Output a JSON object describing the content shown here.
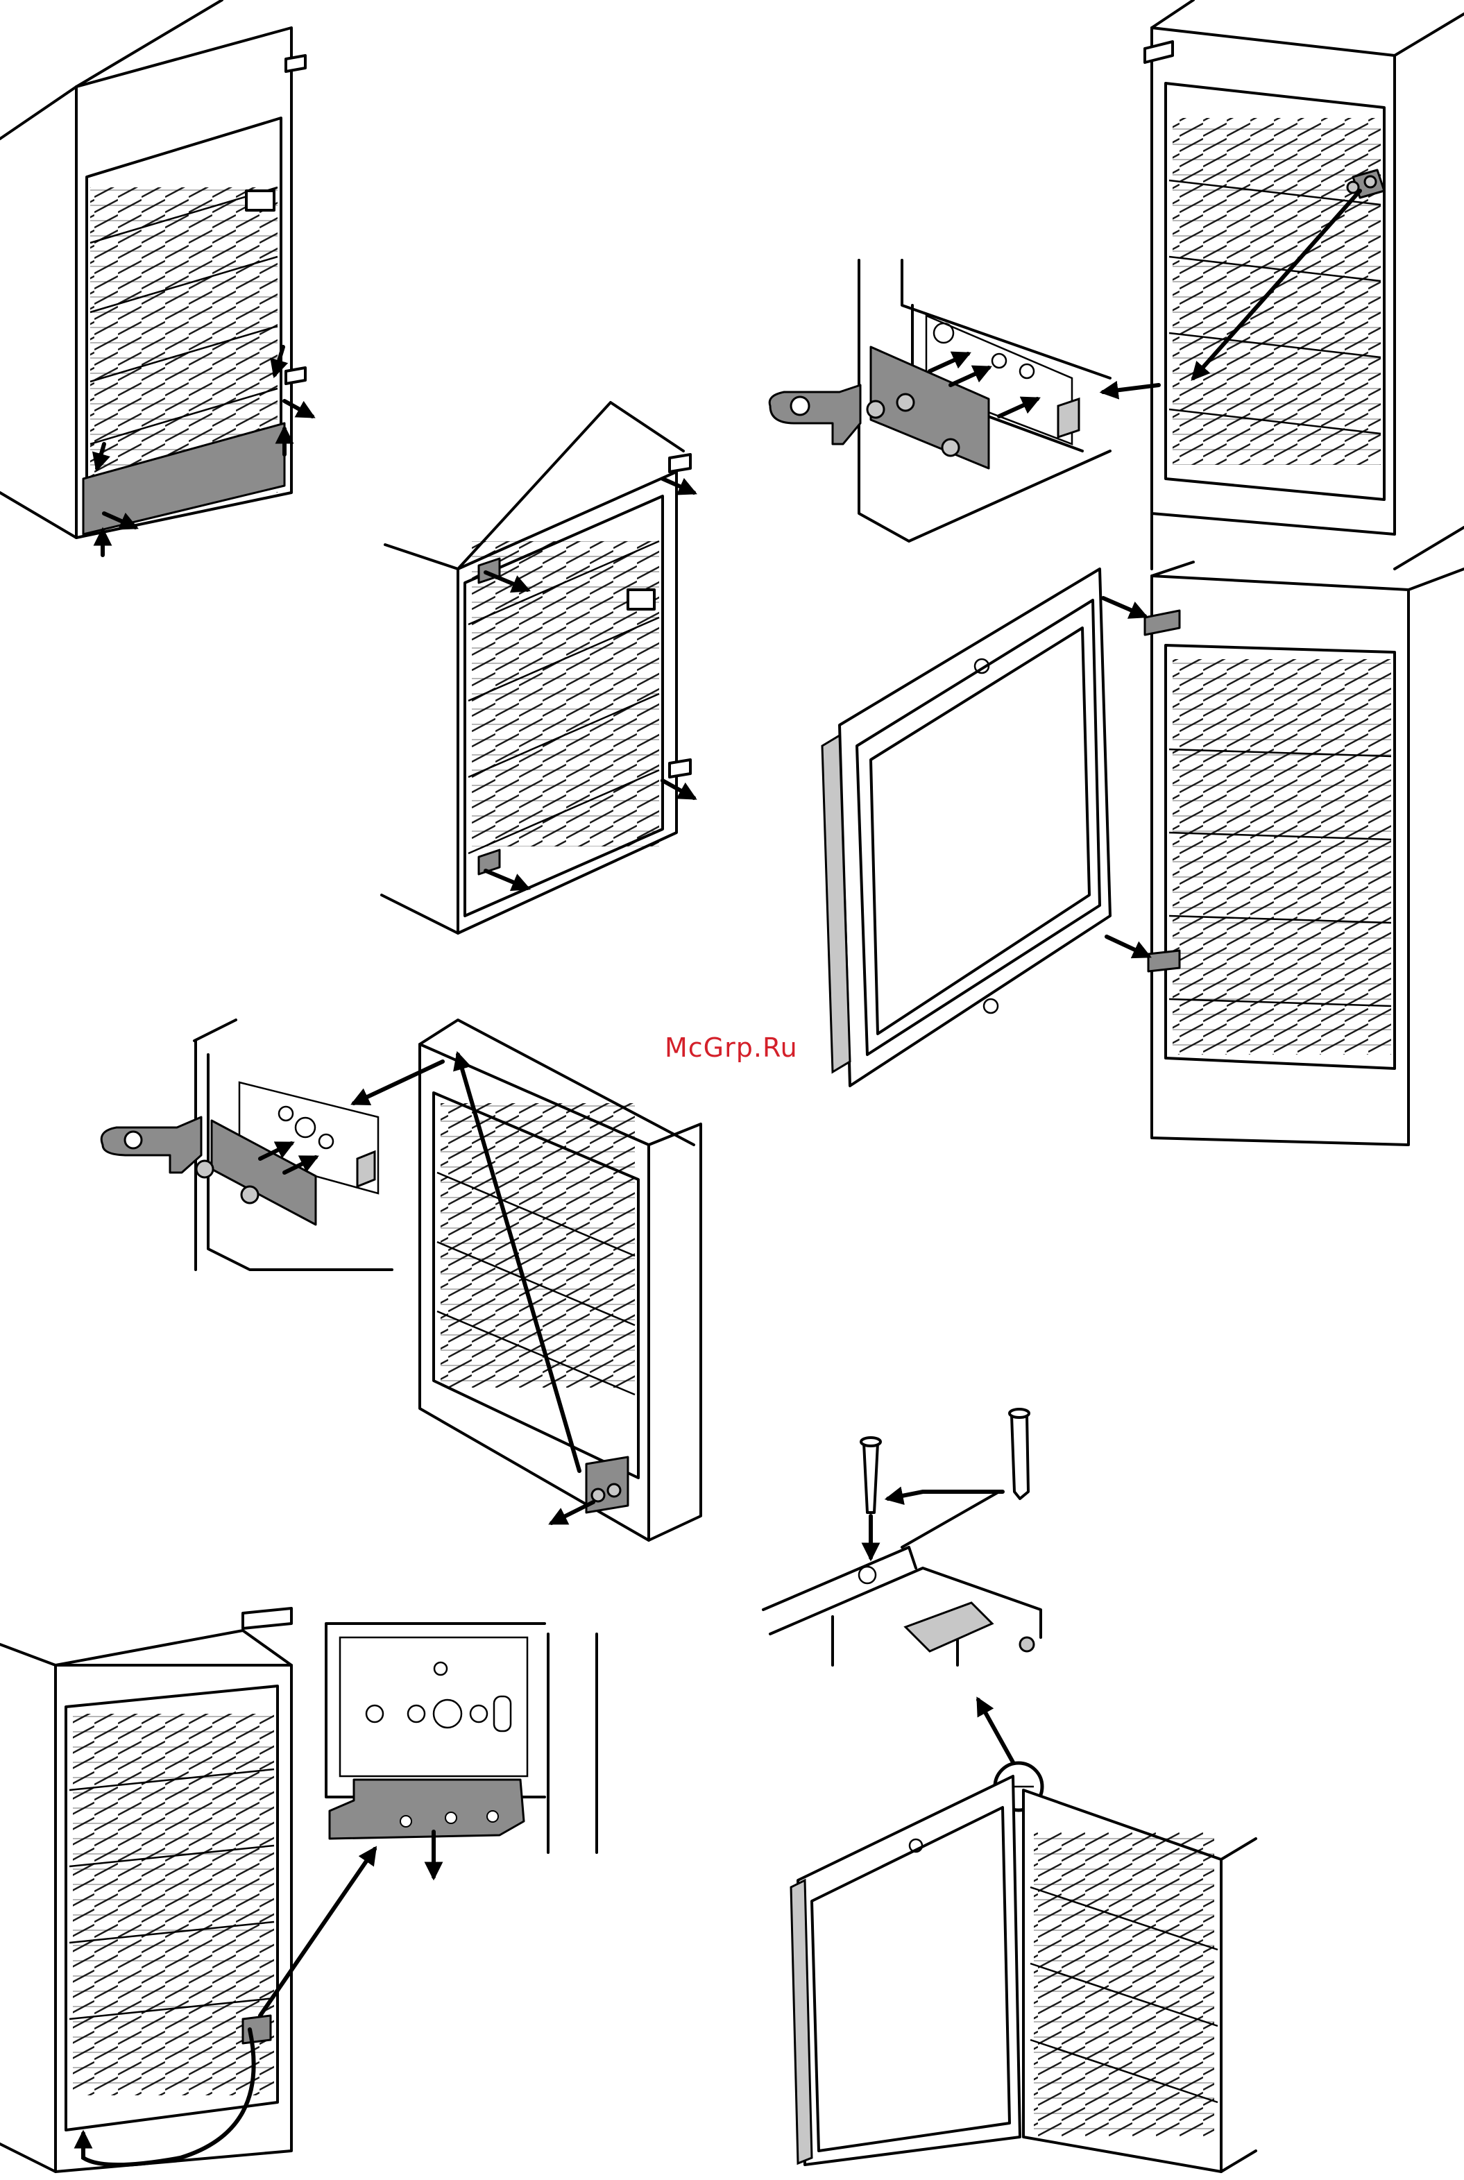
{
  "watermark": {
    "text": "McGrp.Ru",
    "color": "#d4202a"
  },
  "colors": {
    "line": "#000000",
    "part_fill": "#8c8c8c",
    "paper": "#ffffff"
  },
  "steps": [
    {
      "id": "remove-base-panel"
    },
    {
      "id": "remove-top-bottom-hinges"
    },
    {
      "id": "transfer-upper-hinge-bracket"
    },
    {
      "id": "refit-door-hinges"
    },
    {
      "id": "transfer-lower-hinge-bracket"
    },
    {
      "id": "move-bracket-to-opposite-side"
    },
    {
      "id": "insert-hinge-pin"
    }
  ]
}
